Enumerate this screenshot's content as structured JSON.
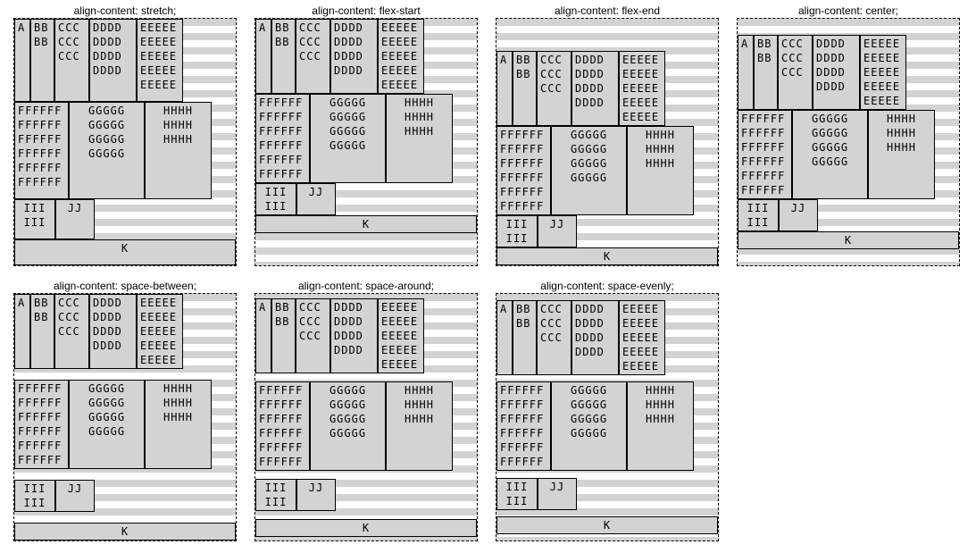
{
  "titles": [
    "align-content: stretch;",
    "align-content: flex-start",
    "align-content: flex-end",
    "align-content: center;",
    "align-content: space-between;",
    "align-content: space-around;",
    "align-content: space-evenly;"
  ],
  "items": {
    "A": "A",
    "B": "BB\nBB",
    "C": "CCC\nCCC\nCCC",
    "D": "DDDD\nDDDD\nDDDD\nDDDD",
    "E": "EEEEE\nEEEEE\nEEEEE\nEEEEE\nEEEEE",
    "F": "FFFFFF\nFFFFFF\nFFFFFF\nFFFFFF\nFFFFFF\nFFFFFF",
    "G": "GGGGG\nGGGGG\nGGGGG\nGGGGG",
    "H": "HHHH\nHHHH\nHHHH",
    "I": "III\nIII",
    "J": "JJ",
    "K": "K"
  },
  "colors": {
    "item_bg": "#d3d3d3",
    "border": "#000000",
    "stripe": "#d3d3d3"
  }
}
